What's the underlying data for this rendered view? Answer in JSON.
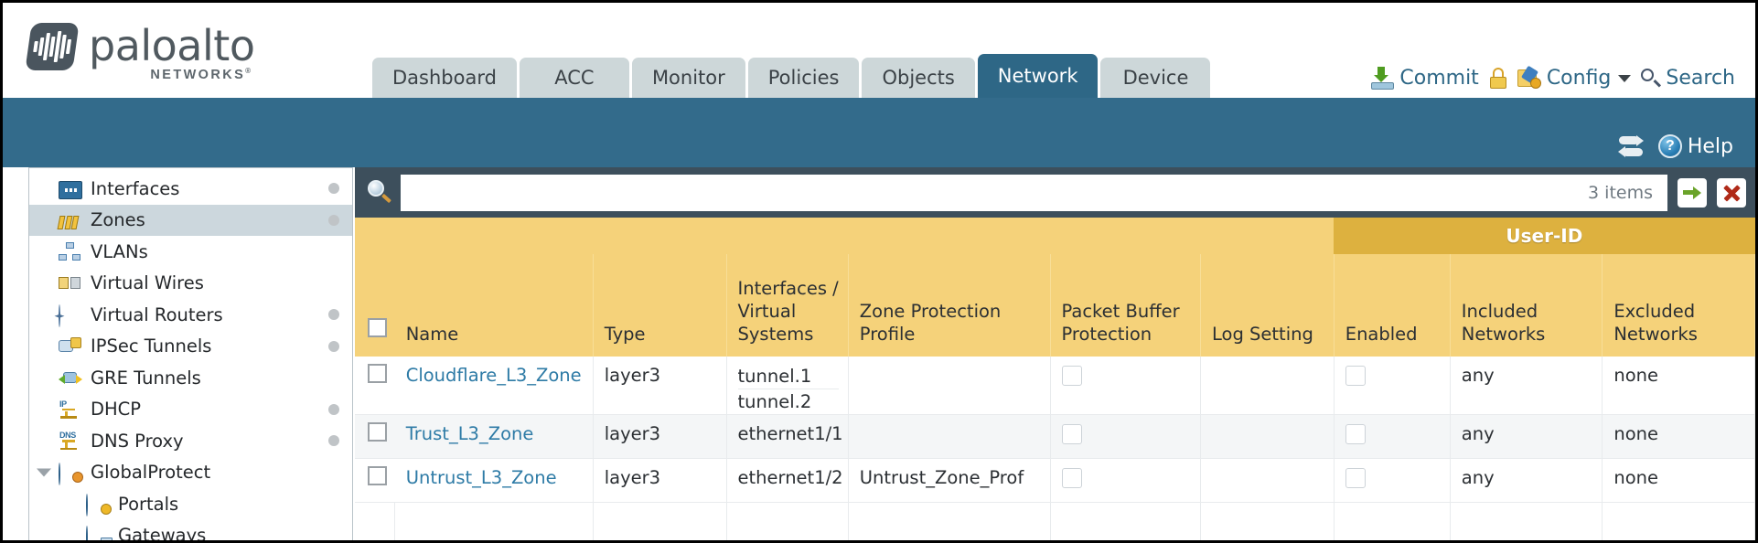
{
  "brand": {
    "name": "paloalto",
    "sub": "NETWORKS",
    "registered": "®"
  },
  "tabs": [
    {
      "label": "Dashboard",
      "active": false
    },
    {
      "label": "ACC",
      "active": false
    },
    {
      "label": "Monitor",
      "active": false
    },
    {
      "label": "Policies",
      "active": false
    },
    {
      "label": "Objects",
      "active": false
    },
    {
      "label": "Network",
      "active": true
    },
    {
      "label": "Device",
      "active": false
    }
  ],
  "header_actions": {
    "commit": "Commit",
    "lock_icon": "lock-icon",
    "config": "Config",
    "search": "Search"
  },
  "strip": {
    "refresh_icon": "refresh-icon",
    "help": "Help",
    "help_glyph": "?"
  },
  "sidebar": {
    "items": [
      {
        "label": "Interfaces",
        "icon": "interfaces-icon",
        "dot": true,
        "selected": false,
        "child": false
      },
      {
        "label": "Zones",
        "icon": "zones-icon",
        "dot": true,
        "selected": true,
        "child": false
      },
      {
        "label": "VLANs",
        "icon": "vlans-icon",
        "dot": false,
        "selected": false,
        "child": false
      },
      {
        "label": "Virtual Wires",
        "icon": "virtual-wires-icon",
        "dot": false,
        "selected": false,
        "child": false
      },
      {
        "label": "Virtual Routers",
        "icon": "virtual-routers-icon",
        "dot": true,
        "selected": false,
        "child": false
      },
      {
        "label": "IPSec Tunnels",
        "icon": "ipsec-tunnels-icon",
        "dot": true,
        "selected": false,
        "child": false
      },
      {
        "label": "GRE Tunnels",
        "icon": "gre-tunnels-icon",
        "dot": false,
        "selected": false,
        "child": false
      },
      {
        "label": "DHCP",
        "icon": "dhcp-icon",
        "dot": true,
        "selected": false,
        "child": false
      },
      {
        "label": "DNS Proxy",
        "icon": "dns-proxy-icon",
        "dot": true,
        "selected": false,
        "child": false
      },
      {
        "label": "GlobalProtect",
        "icon": "globalprotect-icon",
        "dot": false,
        "selected": false,
        "child": false,
        "expander": true
      },
      {
        "label": "Portals",
        "icon": "portals-icon",
        "dot": false,
        "selected": false,
        "child": true
      },
      {
        "label": "Gateways",
        "icon": "gateways-icon",
        "dot": false,
        "selected": false,
        "child": true
      }
    ]
  },
  "filter": {
    "search_icon": "search-icon",
    "value": "",
    "placeholder": "",
    "items_count": "3 items",
    "apply_icon": "green-arrow-icon",
    "clear_icon": "red-x-icon"
  },
  "table": {
    "group_header": "User-ID",
    "columns": [
      "Name",
      "Type",
      "Interfaces / Virtual Systems",
      "Zone Protection Profile",
      "Packet Buffer Protection",
      "Log Setting",
      "Enabled",
      "Included Networks",
      "Excluded Networks"
    ],
    "rows": [
      {
        "name": "Cloudflare_L3_Zone",
        "type": "layer3",
        "interfaces": [
          "tunnel.1",
          "tunnel.2"
        ],
        "zone_protection_profile": "",
        "packet_buffer_protection": false,
        "log_setting": "",
        "userid_enabled": false,
        "included_networks": "any",
        "excluded_networks": "none"
      },
      {
        "name": "Trust_L3_Zone",
        "type": "layer3",
        "interfaces": [
          "ethernet1/1"
        ],
        "zone_protection_profile": "",
        "packet_buffer_protection": false,
        "log_setting": "",
        "userid_enabled": false,
        "included_networks": "any",
        "excluded_networks": "none"
      },
      {
        "name": "Untrust_L3_Zone",
        "type": "layer3",
        "interfaces": [
          "ethernet1/2"
        ],
        "zone_protection_profile": "Untrust_Zone_Prof",
        "packet_buffer_protection": false,
        "log_setting": "",
        "userid_enabled": false,
        "included_networks": "any",
        "excluded_networks": "none"
      }
    ]
  },
  "colors": {
    "brand_dark": "#4a555e",
    "tab_active": "#2e6786",
    "tab_inactive": "#cdd7d9",
    "blue_strip": "#336b8b",
    "toolbar_dark": "#3d4f5c",
    "header_yellow": "#f5d27a",
    "group_yellow": "#ddb13f",
    "link_blue": "#2e7ba6"
  }
}
